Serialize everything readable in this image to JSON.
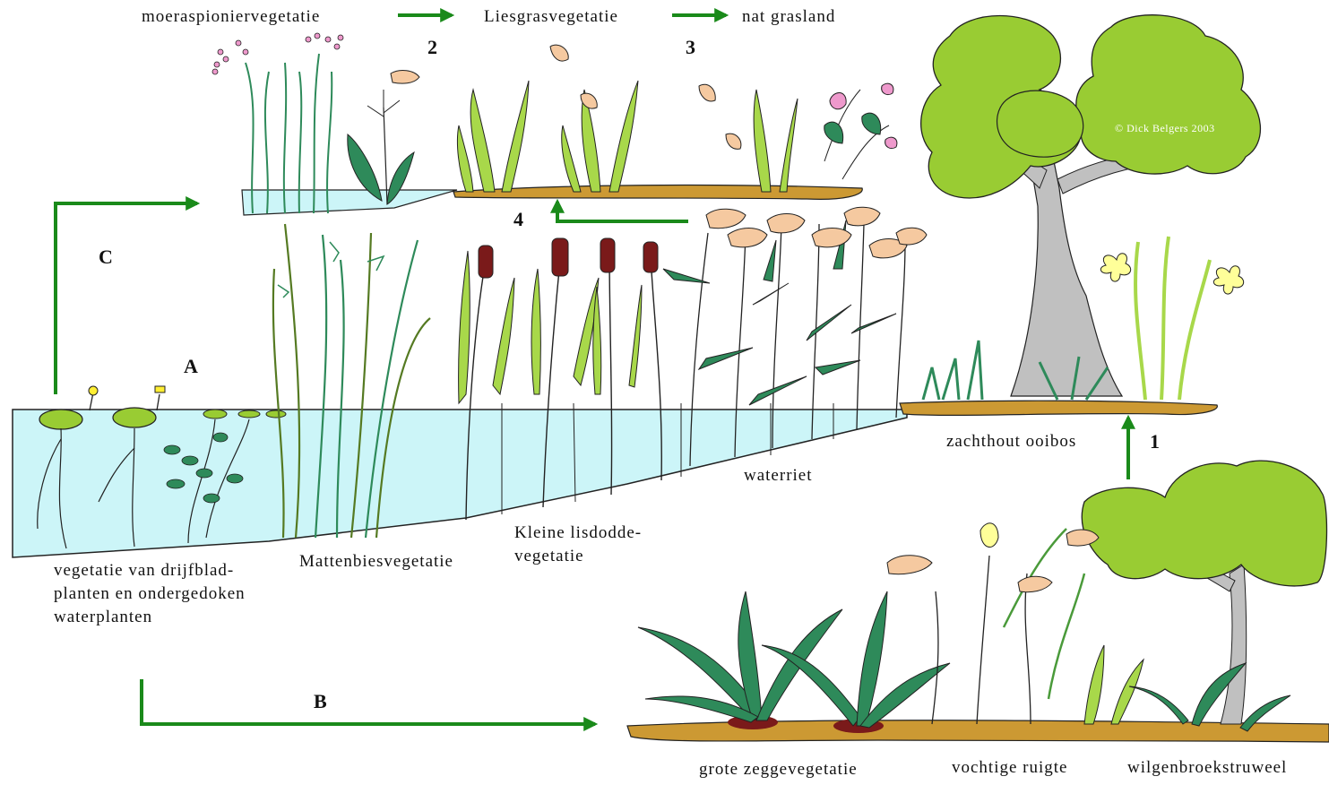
{
  "labels": {
    "moeraspionier": "moeraspioniervegetatie",
    "liesgras": "Liesgrasvegetatie",
    "nat_grasland": "nat grasland",
    "drijfblad_1": "vegetatie van drijfblad-",
    "drijfblad_2": "planten en ondergedoken",
    "drijfblad_3": "waterplanten",
    "mattenbies": "Mattenbiesvegetatie",
    "lisdodde_1": "Kleine lisdodde-",
    "lisdodde_2": "vegetatie",
    "waterriet": "waterriet",
    "zachthout": "zachthout ooibos",
    "grote_zegge": "grote zeggevegetatie",
    "vochtige_ruigte": "vochtige ruigte",
    "wilgenbroek": "wilgenbroekstruweel"
  },
  "markers": {
    "a": "A",
    "b": "B",
    "c": "C",
    "n1": "1",
    "n2": "2",
    "n3": "3",
    "n4": "4"
  },
  "copyright": "© Dick Belgers  2003",
  "colors": {
    "water": "#ccf5f8",
    "soil": "#cc9933",
    "arrow": "#1a8a1a",
    "tree_canopy": "#99cc33",
    "tree_trunk": "#c0c0c0",
    "reed_plume": "#f5c9a0",
    "cattail": "#7a1a1a",
    "leaf_dark": "#2e8a5a",
    "leaf_light": "#a8d84a"
  }
}
